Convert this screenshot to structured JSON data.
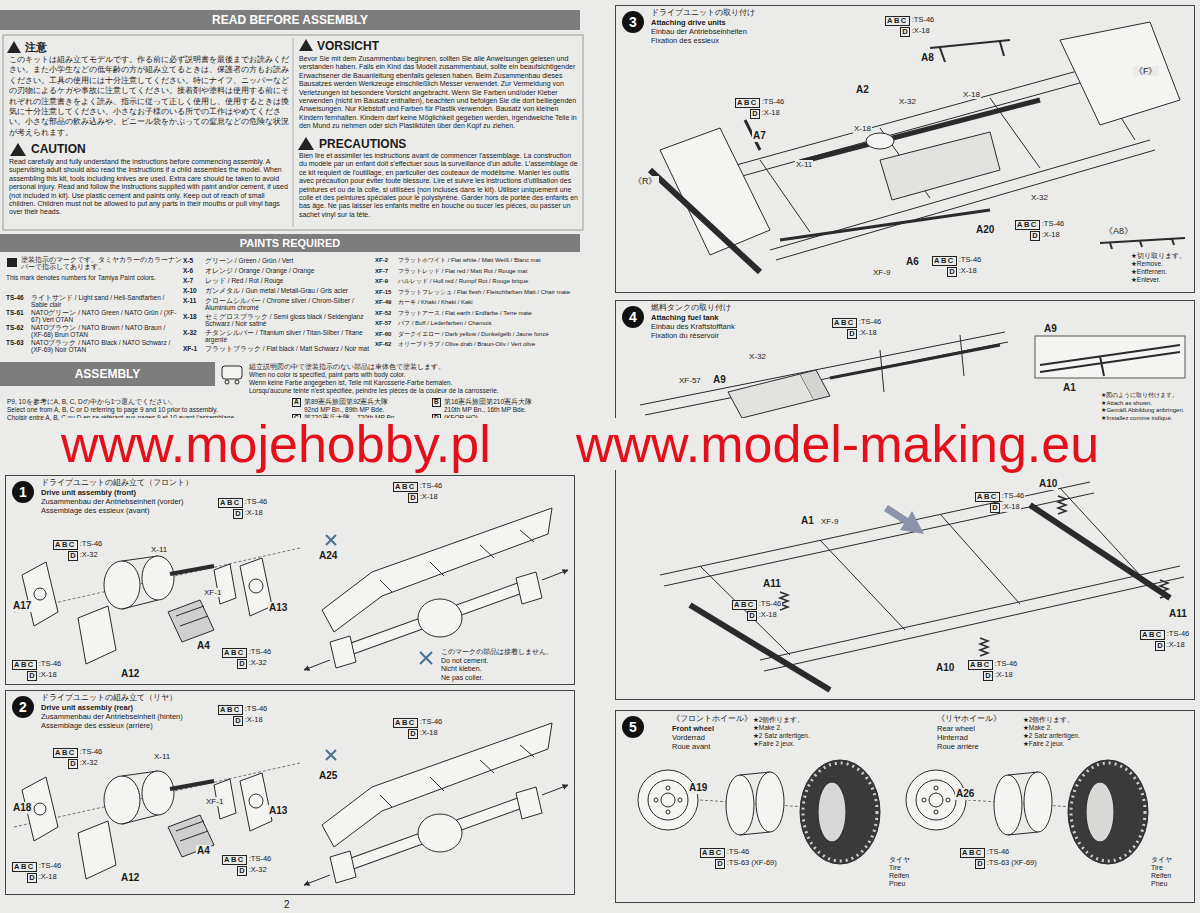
{
  "diagram": {
    "nodes": [
      {
        "text": [
          "READ BEFORE ASSEMBLY"
        ]
      },
      {
        "text": [
          "PAINTS REQUIRED"
        ]
      },
      {
        "text": [
          "ASSEMBLY"
        ]
      },
      {
        "text": [
          "ドライブユニットの組み立て（フロント）",
          "Drive unit assembly (front)",
          "Zusammenbau der Antriebseinheit (vorder)",
          "Assemblage des essieux (avant)"
        ]
      },
      {
        "text": [
          "1"
        ],
        "in": 3
      },
      {
        "text": [
          "ドライブユニットの組み立て（リヤ）",
          "Drive unit assembly (rear)",
          "Zusammenbau der Antriebseinheit (hinten)",
          "Assemblage des essieux (arrière)"
        ]
      },
      {
        "text": [
          "2"
        ],
        "in": 5
      },
      {
        "text": [
          "ドライブユニットの取り付け",
          "Attaching drive units",
          "Einbau der Antriebseinheiten",
          "Fixation des essieux"
        ]
      },
      {
        "text": [
          "3"
        ],
        "in": 7
      },
      {
        "text": [
          "燃料タンクの取り付け",
          "Attaching fuel tank",
          "Einbau des Kraftstofftank",
          "Fixation du réservoir"
        ]
      },
      {
        "text": [
          "4"
        ],
        "in": 9
      },
      {
        "text": [
          "《フロントホイール》",
          "Front wheel",
          "Vorderrad",
          "Roue avant",
          "《リヤホイール》",
          "Rear wheel",
          "Hinterrad",
          "Roue arrière"
        ]
      },
      {
        "text": [
          "5"
        ],
        "in": 11
      }
    ],
    "labels": [
      "注意",
      "このキットは組み立てモデルです。作る前に必ず説明書を最後までお読みください。また小学生などの低年齢の方が組み立てるときは、保護者の方もお読みください。工具の使用には十分注意してください。特にナイフ、ニッパーなどの刃物によるケガや事故に注意してください。接着剤や塗料は使用する前にそれぞれの注意書きをよく読み、指示に従って正しく使用し、使用するときは換気に十分注意してください。小さなお子様のいる所での工作はやめてください。小さな部品の飲み込みや、ビニール袋をかぶっての窒息などの危険な状況が考えられます。",
      "VORSICHT",
      "Bevor Sie mit dem Zusammenbau beginnen, sollten Sie alle Anweisungen gelesen und verstanden haben. Falls ein Kind das Modell zusammenbaut, sollte ein beaufsichtigender Erwachsener die Bauanleitung ebenfalls gelesen haben. Beim Zusammenbau dieses Bausatzes werden Werkzeuge einschließlich Messer verwendet. Zur Vermeidung von Verletzungen ist besondere Vorsicht angebracht. Wenn Sie Farben und/oder Kleber verwenden (nicht im Bausatz enthalten), beachten und befolgen Sie die dort beiliegenden Anweisungen. Nur Klebstoff und Farben für Plastik verwenden. Bausatz von kleinen Kindern fernhalten. Kindern darf keine Möglichkeit gegeben werden, irgendwelche Teile in den Mund zu nehmen oder sich Plastiktüten über den Kopf zu ziehen.",
      "CAUTION",
      "Read carefully and fully understand the instructions before commencing assembly. A supervising adult should also read the instructions if a child assembles the model. When assembling this kit, tools including knives are used. Extra care should be taken to avoid personal injury. Read and follow the instructions supplied with paint and/or cement, if used (not included in kit). Use plastic cement and paints only. Keep out of reach of small children. Children must not be allowed to put any parts in their mouths or pull vinyl bags over their heads.",
      "PRECAUTIONS",
      "Bien lire et assimiler les instructions avant de commencer l'assemblage. La construction du modèle par un enfant doit s'effectuer sous la surveillance d'un adulte. L'assemblage de ce kit requiert de l'outillage, en particulier des couteaux de modélisme. Manier les outils avec précaution pour éviter toute blessure. Lire et suivre les instructions d'utilisation des peintures et ou de la colle, si utilisées (non incluses dans le kit). Utiliser uniquement une colle et des peintures spéciales pour le polystyrène. Garder hors de portée des enfants en bas âge. Ne pas laisser les enfants mettre en bouche ou sucer les pièces, ou passer un sachet vinyl sur la tête.",
      "塗装指示のマークです。タミヤカラーのカラーナンバーで指示してあります。",
      "This mark denotes numbers for Tamiya Paint colors.",
      "TS-46",
      "ライトサンド / Light sand / Hell-Sandfarben / Sable clair",
      "TS-61",
      "NATOグリーン / NATO Green / NATO Grün / (XF-67) Vert OTAN",
      "TS-62",
      "NATOブラウン / NATO Brown / NATO Braun / (XF-68) Brun OTAN",
      "TS-63",
      "NATOブラック / NATO Black / NATO Schwarz / (XF-69) Noir OTAN",
      "X-5",
      "グリーン / Green / Grün / Vert",
      "X-6",
      "オレンジ / Orange / Orange / Orange",
      "X-7",
      "レッド / Red / Rot / Rouge",
      "X-10",
      "ガンメタル / Gun metal / Metall-Grau / Gris acier",
      "X-11",
      "クロームシルバー / Chrome silver / Chrom-Silber / Aluminium chromé",
      "X-18",
      "セミグロスブラック / Semi gloss black / Seidenglanz Schwarz / Noir satiné",
      "X-32",
      "チタンシルバー / Titanium silver / Titan-Silber / Titane argenté",
      "XF-1",
      "フラットブラック / Flat black / Matt Schwarz / Noir mat",
      "XF-2",
      "フラットホワイト / Flat white / Matt Weiß / Blanc mat",
      "XF-7",
      "フラットレッド / Flat red / Matt Rot / Rouge mat",
      "XF-9",
      "ハルレッド / Hull red / Rumpf Rot / Rouge brique",
      "XF-15",
      "フラットフレッシュ / Flat flesh / Fleischfarben Matt / Chair mate",
      "XF-49",
      "カーキ / Khaki / Khaki / Kaki",
      "XF-52",
      "フラットアース / Flat earth / Erdfarbe / Terre mate",
      "XF-57",
      "バフ / Buff / Lederfarben / Chamois",
      "XF-60",
      "ダークイエロー / Dark yellow / Dunkelgelb / Jaune foncé",
      "XF-62",
      "オリーブドラブ / Olive drab / Braun-Oliv / Vert olive",
      "組立説明図の中で塗装指示のない部品は車体色で塗装します。",
      "When no color is specified, paint parts with body color.",
      "Wenn keine Farbe angegeben ist, Teile mit Karosserie-Farbe bemalen.",
      "Lorsqu'aucune teinte n'est spécifiée, peindre les pièces de la couleur de la carrosserie.",
      "P9, 10を参考にA, B, C, Dの中から1つ選んでください。",
      "Select one from A, B, C or D referring to page 9 and 10 prior to assembly.",
      "Choisir entre A, B, C ou D en se référant aux pages 9 et 10 avant l'assemblage.",
      "A",
      "第89憲兵旅団第92憲兵大隊",
      "92nd MP Bn., 89th MP Bde.",
      "B",
      "第16憲兵旅団第210憲兵大隊",
      "210th MP Bn., 16th MP Bde.",
      "C",
      "第720憲兵大隊",
      "720th MP Bn.",
      "D",
      "(KFOR HQ)",
      "www.mojehobby.pl",
      "www.model-making.eu",
      "ABC",
      ":TS-46",
      "D",
      ":X-18",
      "ABC",
      ":TS-46",
      "D",
      ":X-32",
      "X-11",
      "XF-1",
      "A17",
      "A13",
      "A4",
      "ABC",
      ":TS-46",
      "D",
      ":X-32",
      "ABC",
      ":TS-46",
      "D",
      ":X-18",
      "A12",
      "ABC",
      ":TS-46",
      "D",
      ":X-18",
      "A24",
      "このマークの部品は接着しません。",
      "Do not cement.",
      "Nicht kleben.",
      "Ne pas coller.",
      "ABC",
      ":TS-46",
      "D",
      ":X-18",
      "ABC",
      ":TS-46",
      "D",
      ":X-18",
      "ABC",
      ":TS-46",
      "D",
      ":X-32",
      "X-11",
      "XF-1",
      "A18",
      "A13",
      "A25",
      "A4",
      "ABC",
      ":TS-46",
      "D",
      ":X-32",
      "ABC",
      ":TS-46",
      "D",
      ":X-18",
      "A12",
      "2",
      "ABC",
      ":TS-46",
      "D",
      ":X-18",
      "A8",
      "A2",
      "X-32",
      "X-18",
      "《F》",
      "ABC",
      ":TS-46",
      "D",
      ":X-18",
      "A7",
      "X-18",
      "X-11",
      "《R》",
      "X-32",
      "A20",
      "ABC",
      ":TS-46",
      "D",
      ":X-18",
      "《A8》",
      "★切り取ります。",
      "★Remove.",
      "★Entfernen.",
      "★Enlever.",
      "A6",
      "ABC",
      ":TS-46",
      "D",
      ":X-18",
      "XF-9",
      "ABC",
      ":TS-46",
      "D",
      ":X-18",
      "A9",
      "X-32",
      "XF-57",
      "A9",
      "A1",
      "★図のように取り付けます。",
      "★Attach as shown.",
      "★Gemäß Abbildung anbringen.",
      "★Installez comme indiqué.",
      "A10",
      "ABC",
      ":TS-46",
      "D",
      ":X-18",
      "A1",
      "XF-9",
      "A11",
      "ABC",
      ":TS-46",
      "D",
      ":X-18",
      "A11",
      "ABC",
      ":TS-46",
      "D",
      ":X-18",
      "A10",
      "ABC",
      ":TS-46",
      "D",
      ":X-18",
      "★2個作ります。",
      "★Make 2.",
      "★2 Satz anfertigen.",
      "★Faire 2 jeux.",
      "A19",
      "ABC",
      ":TS-46",
      "D",
      ":TS-63 (XF-69)",
      "タイヤ",
      "Tire",
      "Reifen",
      "Pneu",
      "★2個作ります。",
      "★Make 2.",
      "★2 Satz anfertigen.",
      "★Faire 2 jeux.",
      "A26",
      "ABC",
      ":TS-46",
      "D",
      ":TS-63 (XF-69)",
      "タイヤ",
      "Tire",
      "Reifen",
      "Pneu"
    ]
  }
}
